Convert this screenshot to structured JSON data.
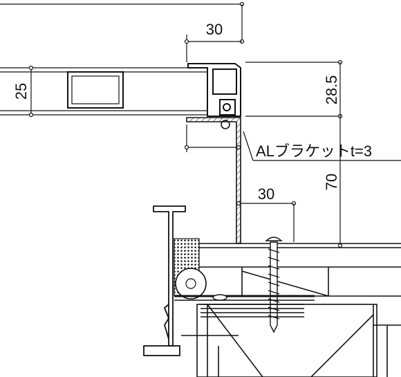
{
  "diagram": {
    "dimensions": {
      "top_width": "30",
      "panel_thickness": "25",
      "frame_height": "28.5",
      "bracket_height": "70",
      "screw_offset": "30"
    },
    "callouts": {
      "bracket_label": "ALブラケットt=3"
    },
    "colors": {
      "line": "#111111",
      "paper": "#ffffff"
    }
  }
}
